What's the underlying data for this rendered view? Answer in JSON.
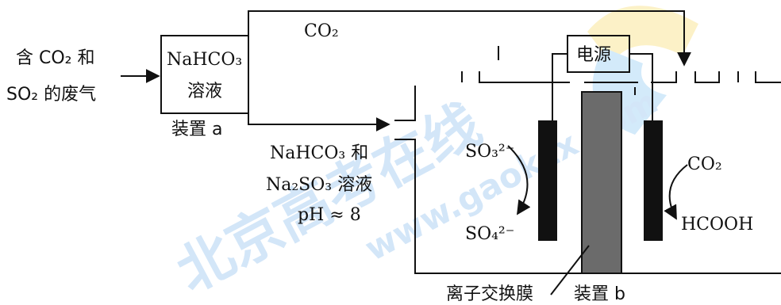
{
  "inputs": {
    "waste_gas_line1": "含 CO₂ 和",
    "waste_gas_line2": "SO₂ 的废气"
  },
  "device_a": {
    "box_line1": "NaHCO₃",
    "box_line2": "溶液",
    "caption": "装置 a"
  },
  "pipe_label": "CO₂",
  "solution": {
    "line1": "NaHCO₃ 和",
    "line2": "Na₂SO₃ 溶液",
    "line3": "pH ≈ 8"
  },
  "device_b": {
    "power": "电源",
    "anode_in": "SO₃²⁻",
    "anode_out": "SO₄²⁻",
    "cathode_in": "CO₂",
    "cathode_out": "HCOOH",
    "membrane": "离子交换膜",
    "caption": "装置 b"
  },
  "watermark": {
    "cn": "北京高考在线",
    "en": "www.gaokzx.com"
  }
}
